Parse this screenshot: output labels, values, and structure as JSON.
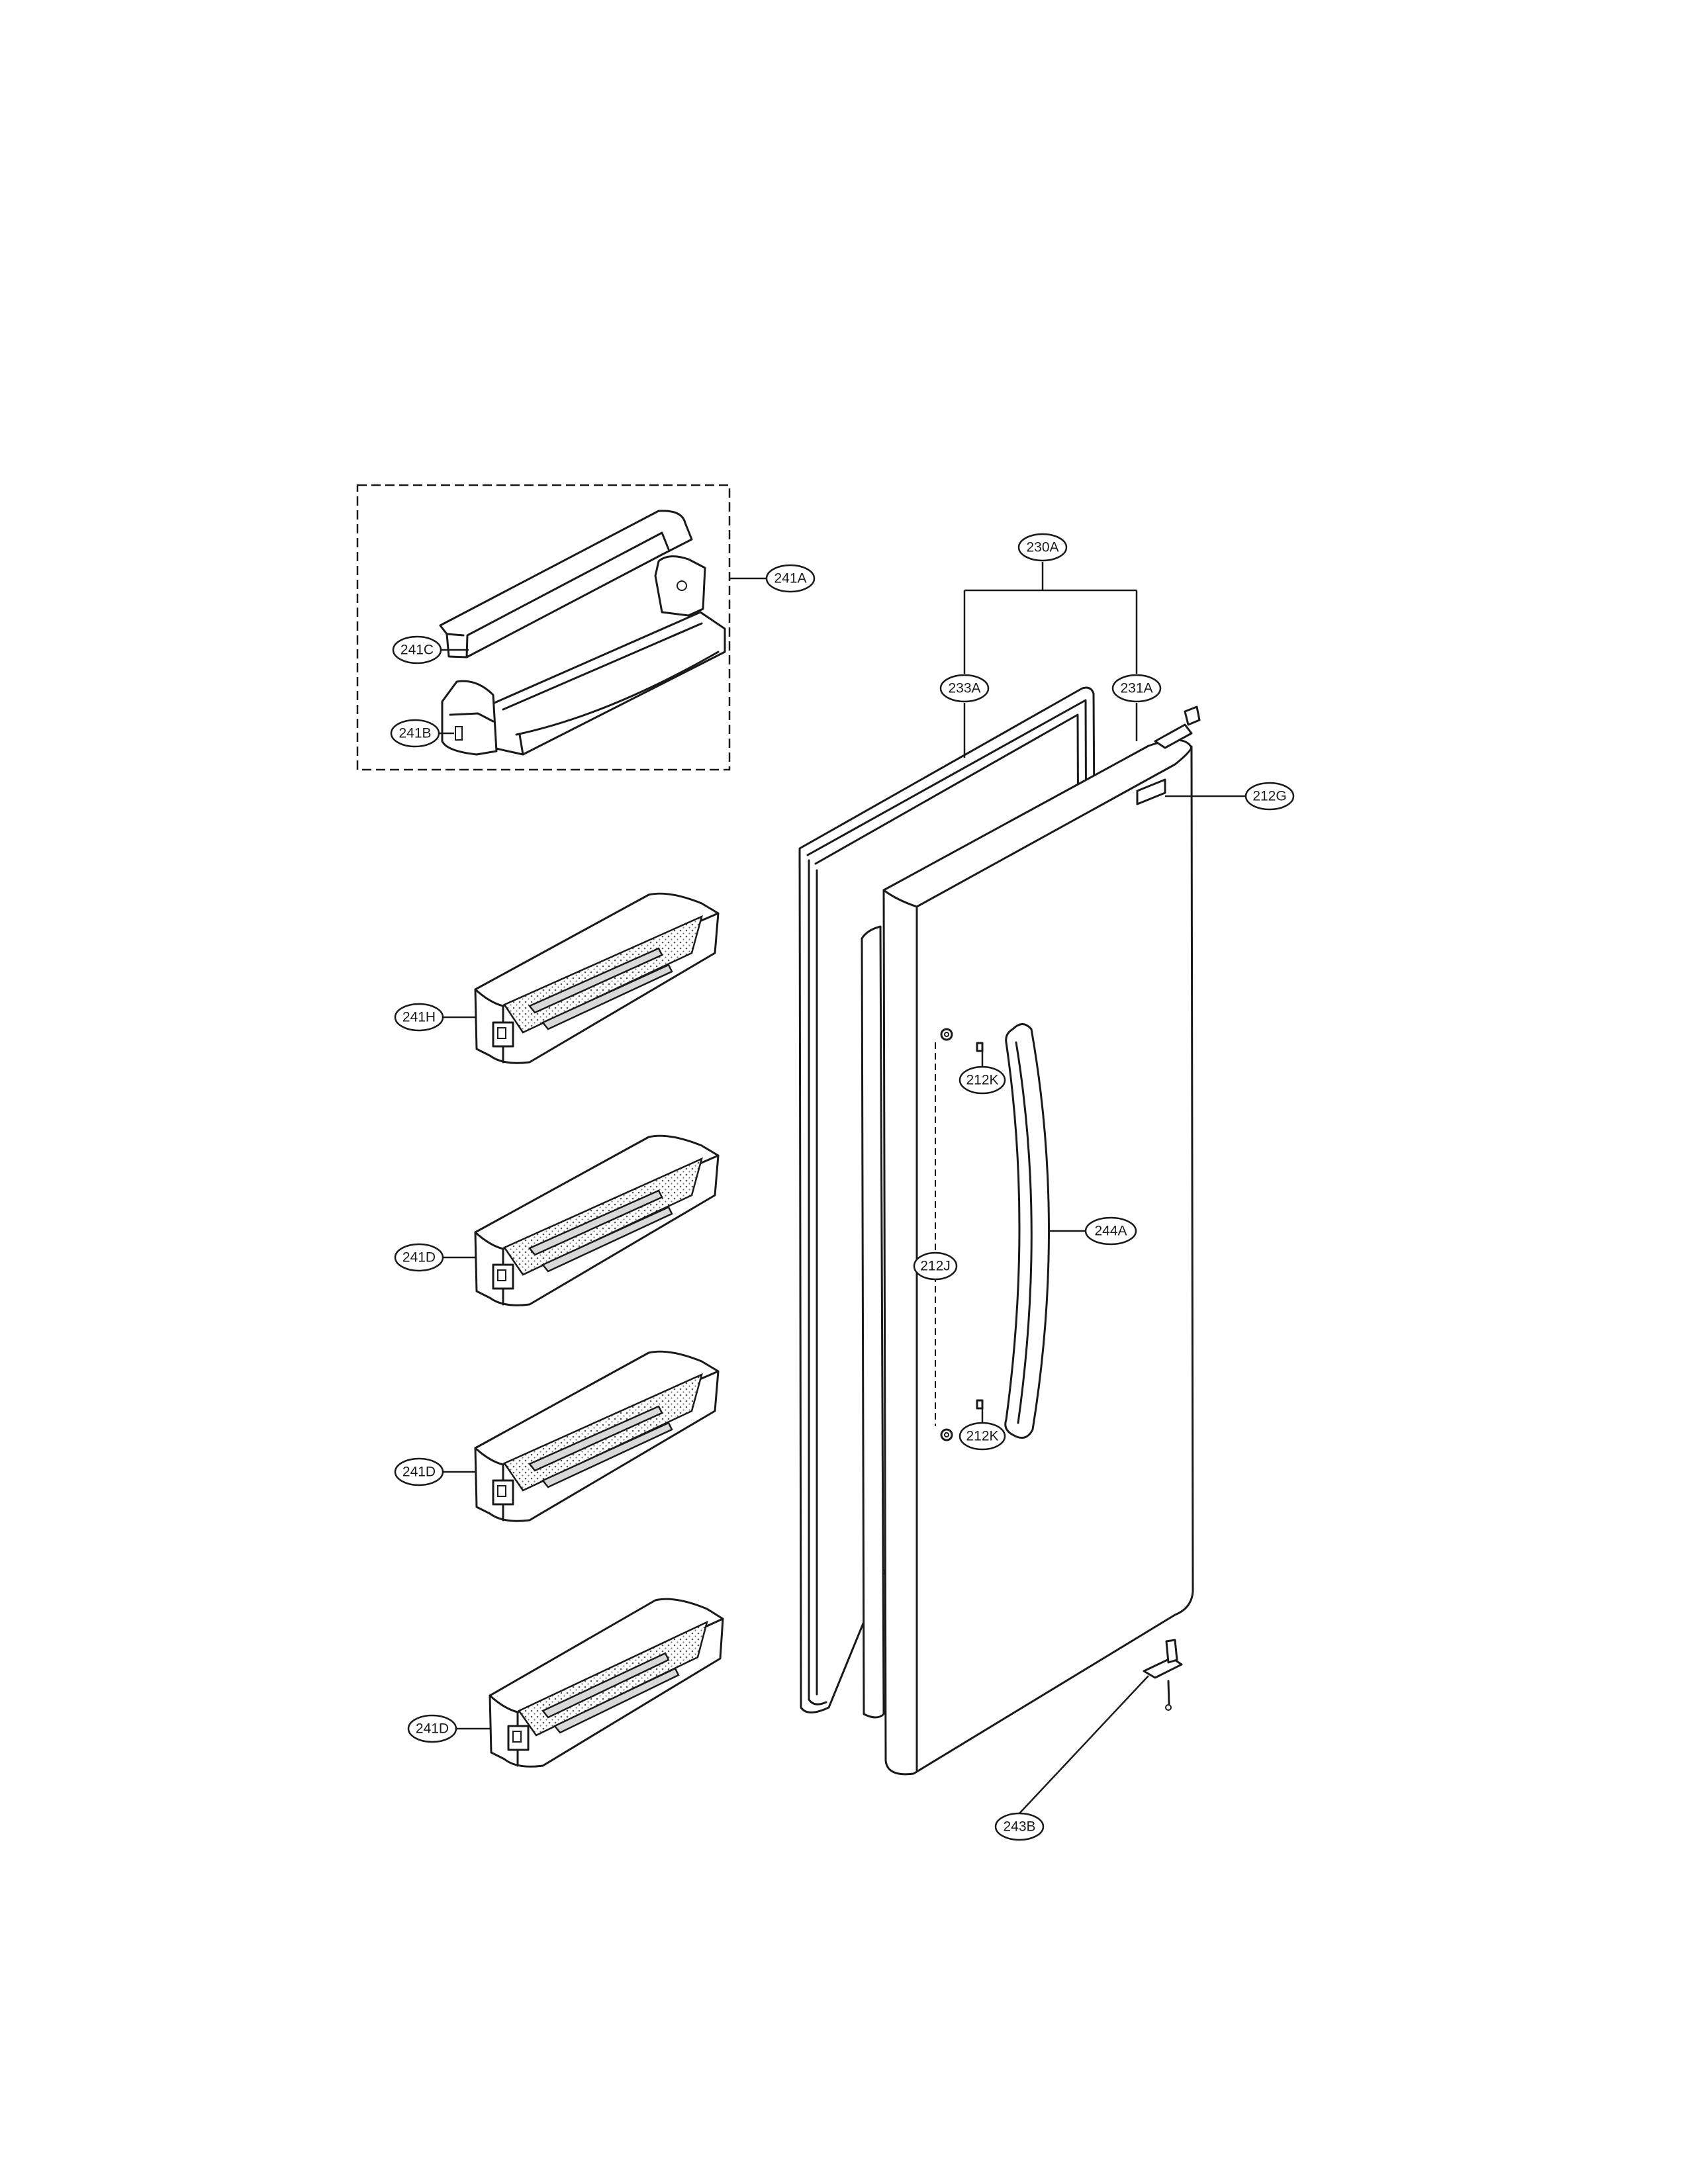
{
  "callouts": {
    "c230A": "230A",
    "c233A": "233A",
    "c231A": "231A",
    "c212G": "212G",
    "c241A": "241A",
    "c241C": "241C",
    "c241B": "241B",
    "c241H": "241H",
    "c241D_1": "241D",
    "c241D_2": "241D",
    "c241D_3": "241D",
    "c212K_top": "212K",
    "c212K_bottom": "212K",
    "c212J": "212J",
    "c244A": "244A",
    "c243B": "243B"
  }
}
